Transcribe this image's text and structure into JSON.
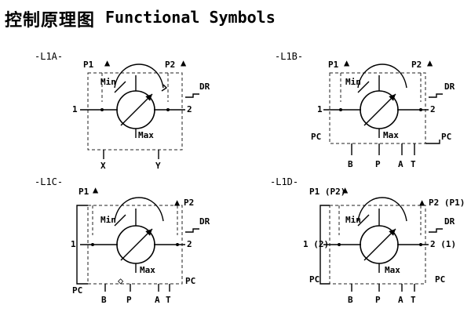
{
  "header": {
    "title_cn": "控制原理图",
    "title_en": "Functional Symbols"
  },
  "panels": [
    {
      "id": "-L1A-",
      "labels": {
        "p1": "P1",
        "p2": "P2",
        "min": "Min",
        "max": "Max",
        "dr": "DR",
        "port1": "1",
        "port2": "2"
      },
      "bottom_ports": [
        "X",
        "Y"
      ]
    },
    {
      "id": "-L1B-",
      "labels": {
        "p1": "P1",
        "p2": "P2",
        "min": "Min",
        "max": "Max",
        "dr": "DR",
        "port1": "1",
        "port2": "2",
        "pc_left": "PC",
        "pc_right": "PC"
      },
      "bottom_ports": [
        "B",
        "P",
        "A",
        "T"
      ]
    },
    {
      "id": "-L1C-",
      "labels": {
        "p1": "P1",
        "p2": "P2",
        "min": "Min",
        "max": "Max",
        "dr": "DR",
        "port1": "1",
        "port2": "2",
        "pc_left": "PC",
        "pc_right": "PC"
      },
      "bottom_ports": [
        "B",
        "P",
        "A",
        "T"
      ]
    },
    {
      "id": "-L1D-",
      "labels": {
        "p1": "P1 (P2)",
        "p2": "P2 (P1)",
        "min": "Min",
        "max": "Max",
        "dr": "DR",
        "port1": "1 (2)",
        "port2": "2 (1)",
        "pc_left": "PC",
        "pc_right": "PC"
      },
      "bottom_ports": [
        "B",
        "P",
        "A",
        "T"
      ]
    }
  ]
}
